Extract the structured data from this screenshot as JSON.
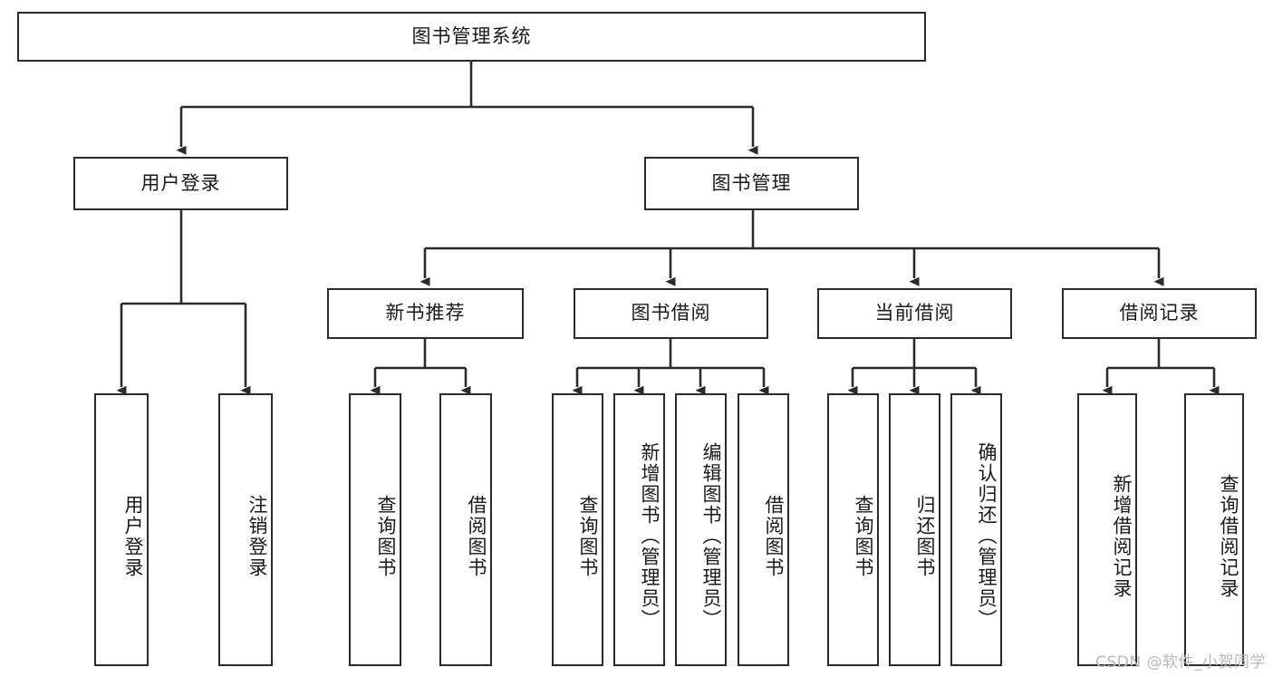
{
  "diagram": {
    "type": "tree",
    "title": "图书管理系统",
    "watermark": "CSDN @软件_小贺同学",
    "colors": {
      "background": "#ffffff",
      "node_fill": "#ffffff",
      "node_border": "#2b2b2b",
      "connector": "#2b2b2b",
      "text": "#1a1a1a",
      "watermark": "#b9b9b9"
    },
    "root": {
      "label": "图书管理系统"
    },
    "level2": [
      {
        "id": "user-login",
        "label": "用户登录"
      },
      {
        "id": "book-management",
        "label": "图书管理"
      }
    ],
    "level3": [
      {
        "id": "new-book-recommend",
        "label": "新书推荐",
        "parent": "book-management"
      },
      {
        "id": "book-borrow",
        "label": "图书借阅",
        "parent": "book-management"
      },
      {
        "id": "current-borrow",
        "label": "当前借阅",
        "parent": "book-management"
      },
      {
        "id": "borrow-record",
        "label": "借阅记录",
        "parent": "book-management"
      }
    ],
    "leaves": [
      {
        "id": "leaf-user-login",
        "label": "用户登录",
        "parent": "user-login"
      },
      {
        "id": "leaf-logout-login",
        "label": "注销登录",
        "parent": "user-login"
      },
      {
        "id": "leaf-query-book-1",
        "label": "查询图书",
        "parent": "new-book-recommend"
      },
      {
        "id": "leaf-borrow-book-1",
        "label": "借阅图书",
        "parent": "new-book-recommend"
      },
      {
        "id": "leaf-query-book-2",
        "label": "查询图书",
        "parent": "book-borrow"
      },
      {
        "id": "leaf-add-book",
        "label": "新增图书（管理员）",
        "parent": "book-borrow"
      },
      {
        "id": "leaf-edit-book",
        "label": "编辑图书（管理员）",
        "parent": "book-borrow"
      },
      {
        "id": "leaf-borrow-book-2",
        "label": "借阅图书",
        "parent": "book-borrow"
      },
      {
        "id": "leaf-query-book-3",
        "label": "查询图书",
        "parent": "current-borrow"
      },
      {
        "id": "leaf-return-book",
        "label": "归还图书",
        "parent": "current-borrow"
      },
      {
        "id": "leaf-confirm-return",
        "label": "确认归还（管理员）",
        "parent": "current-borrow"
      },
      {
        "id": "leaf-add-record",
        "label": "新增借阅记录",
        "parent": "borrow-record"
      },
      {
        "id": "leaf-query-record",
        "label": "查询借阅记录",
        "parent": "borrow-record"
      }
    ]
  }
}
